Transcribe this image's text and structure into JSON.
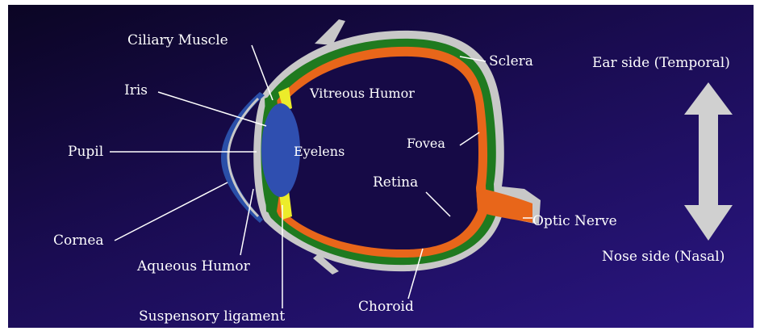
{
  "diagram": {
    "labels": {
      "ciliary_muscle": "Ciliary Muscle",
      "iris": "Iris",
      "pupil": "Pupil",
      "cornea": "Cornea",
      "aqueous_humor": "Aqueous Humor",
      "suspensory_ligament": "Suspensory ligament",
      "vitreous_humor": "Vitreous Humor",
      "eyelens": "Eyelens",
      "fovea": "Fovea",
      "retina": "Retina",
      "choroid": "Choroid",
      "sclera": "Sclera",
      "optic_nerve": "Optic Nerve",
      "ear_side": "Ear side (Temporal)",
      "nose_side": "Nose side (Nasal)"
    },
    "colors": {
      "sclera": "#c8c8c8",
      "choroid": "#1f7a1f",
      "retina": "#e8661a",
      "lens": "#2f4fb0",
      "ciliary": "#ecec2a",
      "cornea": "#2a4fa8",
      "arrow": "#d0d0d0"
    }
  }
}
